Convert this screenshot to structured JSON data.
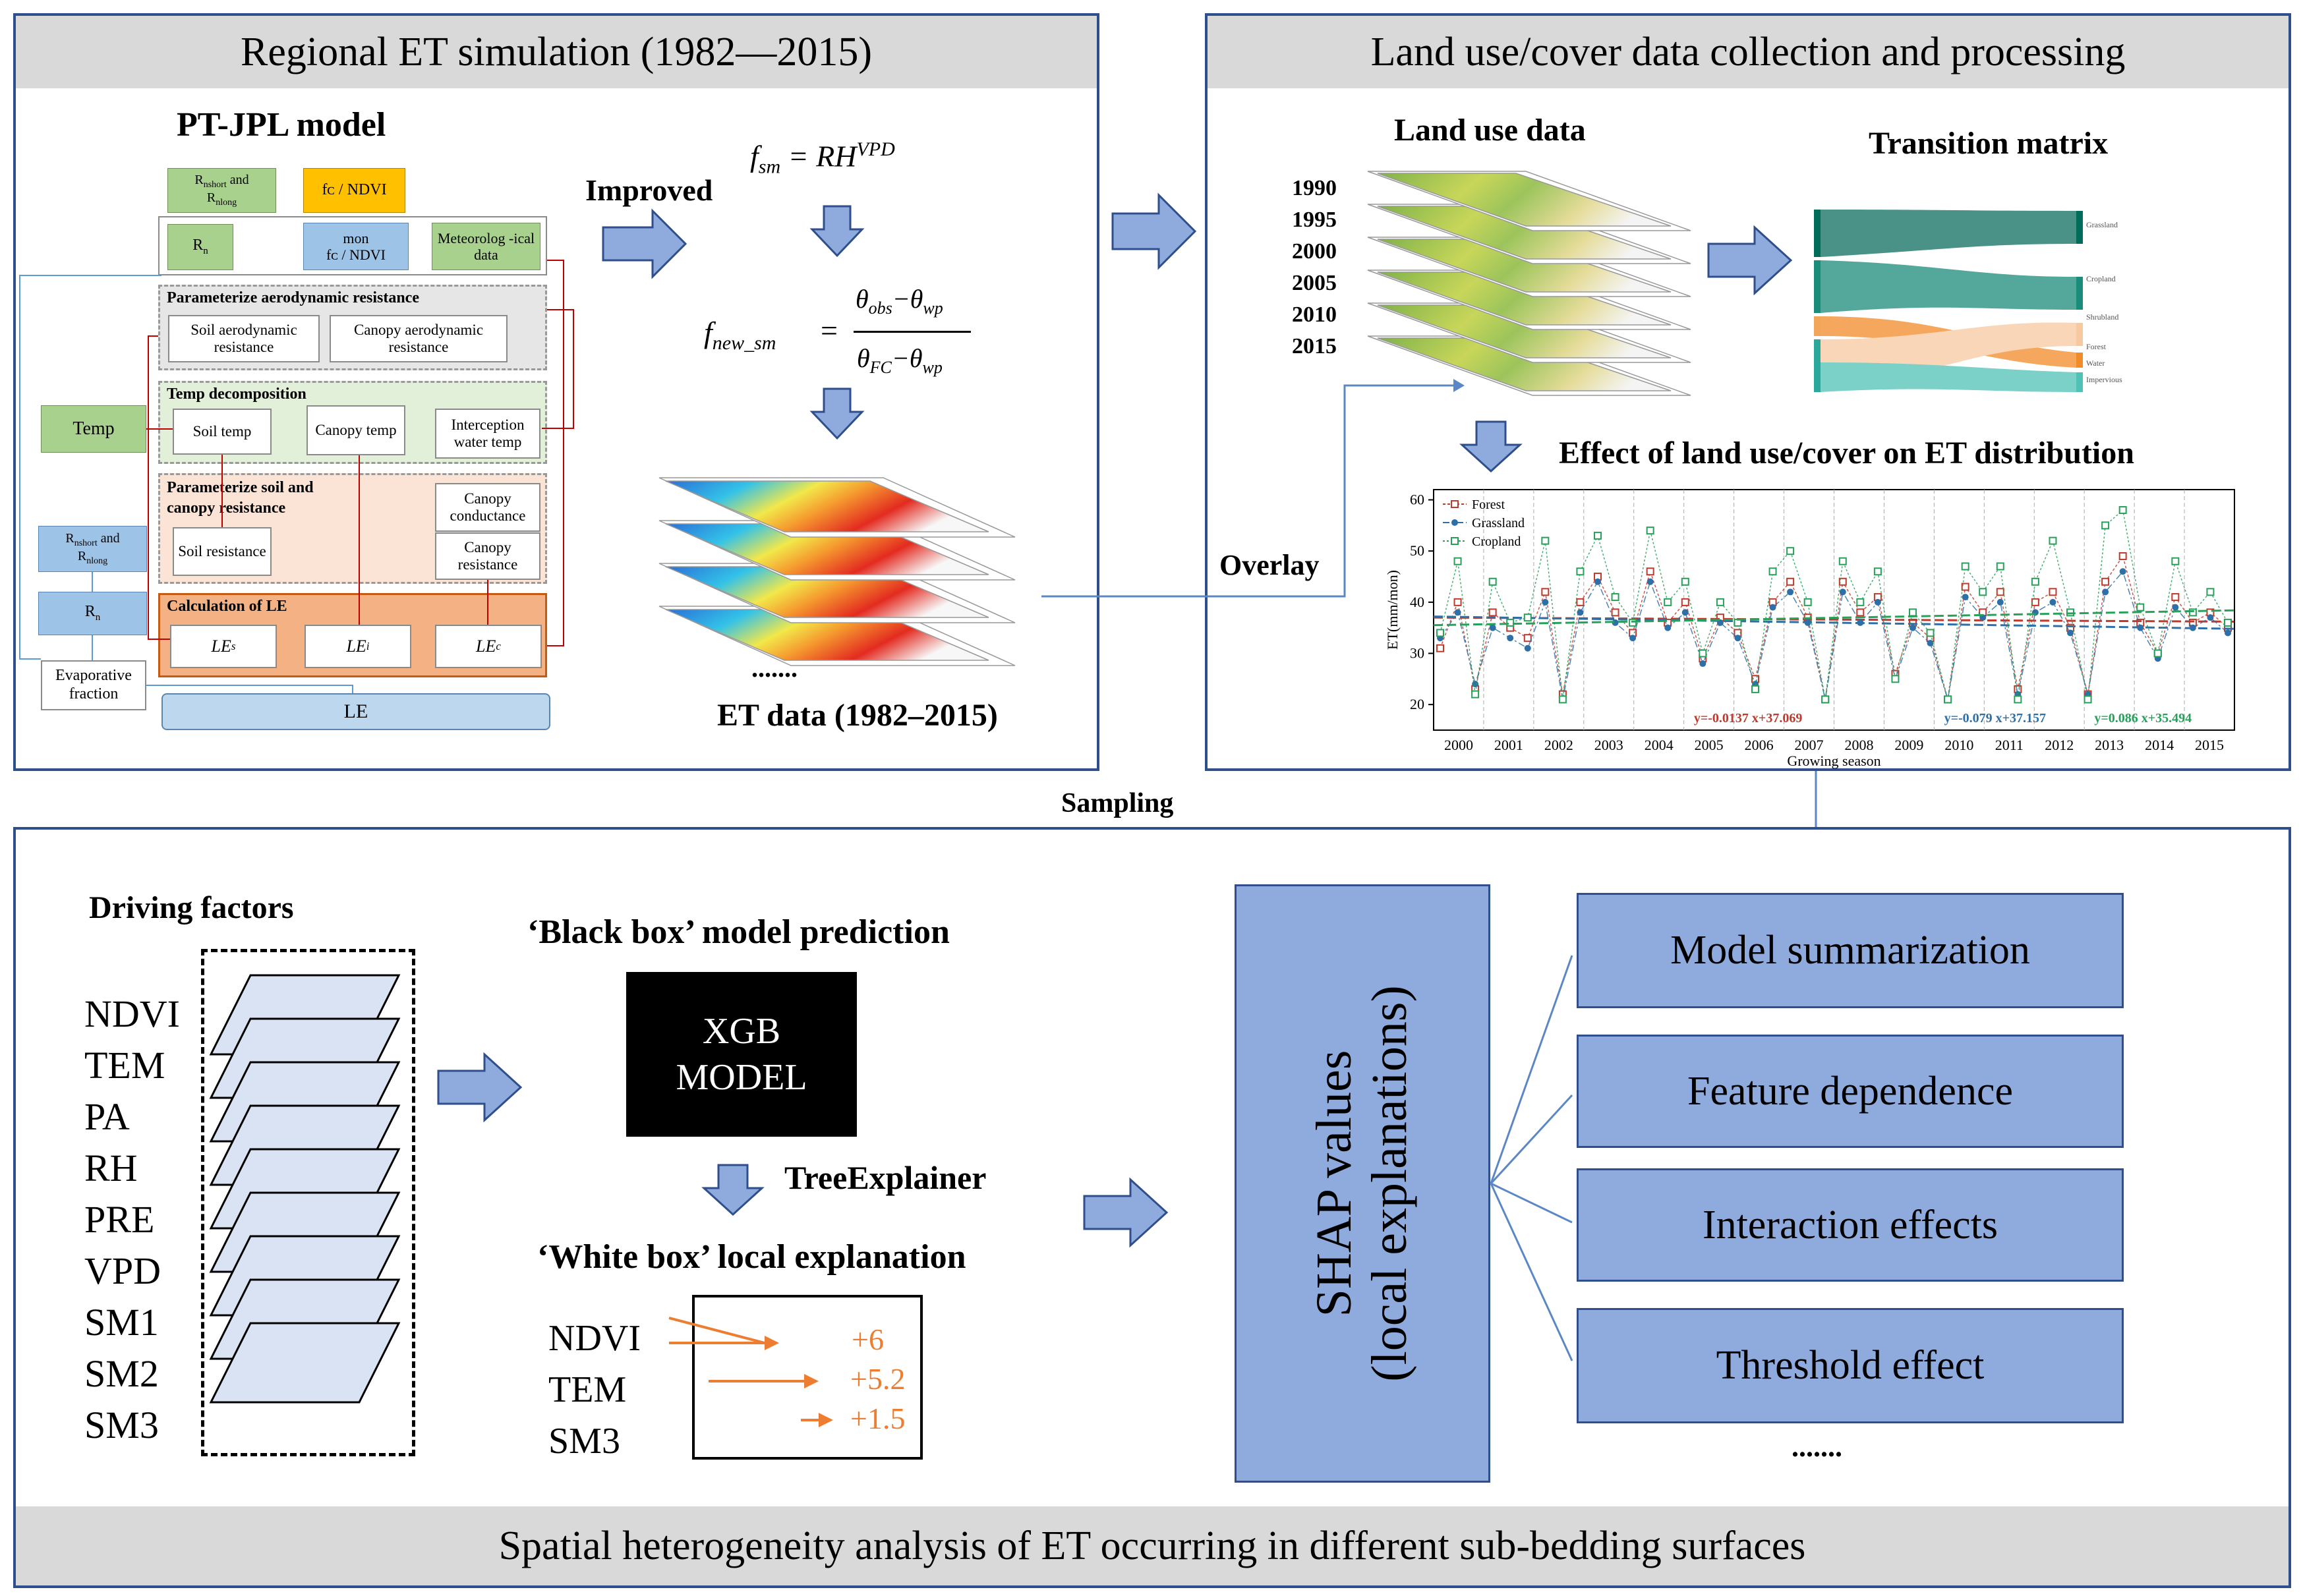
{
  "panel_a": {
    "title": "Regional ET simulation (1982—2015)",
    "model_title": "PT-JPL model",
    "inputs": {
      "rad_top": "R",
      "rad_top_sub": "nshort",
      "rad_top_and": " and",
      "rad_top_2": "R",
      "rad_top_2_sub": "nlong",
      "fc_ndvi": "fᴄ / NDVI",
      "rn": "R",
      "rn_sub": "n",
      "mon": "mon",
      "fc_ndvi_2": "fᴄ / NDVI",
      "meteo": "Meteorolog -ical data",
      "temp": "Temp",
      "rad_left": "R",
      "rad_left_sub": "nshort",
      "rad_left_and": " and",
      "rad_left_2": "R",
      "rad_left_2_sub": "nlong",
      "rn_left": "R",
      "rn_left_sub": "n",
      "evap": "Evaporative fraction",
      "le": "LE"
    },
    "sections": {
      "aero_title": "Parameterize aerodynamic resistance",
      "soil_aero": "Soil aerodynamic resistance",
      "canopy_aero": "Canopy aerodynamic resistance",
      "temp_title": "Temp decomposition",
      "soil_temp": "Soil temp",
      "canopy_temp": "Canopy temp",
      "intercept_temp": "Interception water temp",
      "soilcan_title": "Parameterize soil and canopy resistance",
      "canopy_cond": "Canopy conductance",
      "soil_res": "Soil resistance",
      "canopy_res": "Canopy resistance",
      "calc_title": "Calculation of LE",
      "les": "LE",
      "les_sub": "s",
      "lei": "LE",
      "lei_sub": "i",
      "lec": "LE",
      "lec_sub": "c"
    },
    "improved": "Improved",
    "formula1": "f",
    "formula1_sub": "sm",
    "formula1_rhs": " = RH",
    "formula1_sup": "VPD",
    "formula2_lhs": "f",
    "formula2_lhs_sub": "new_sm",
    "formula2_eq": "=",
    "formula2_num": "θ",
    "formula2_num_sub1": "obs",
    "formula2_num_mid": "−θ",
    "formula2_num_sub2": "wp",
    "formula2_den": "θ",
    "formula2_den_sub1": "FC",
    "formula2_den_mid": "−θ",
    "formula2_den_sub2": "wp",
    "dots": ".......",
    "et_data": "ET data (1982–2015)"
  },
  "panel_b": {
    "title": "Land use/cover data collection and processing",
    "landuse_title": "Land  use data",
    "years": [
      "1990",
      "1995",
      "2000",
      "2005",
      "2010",
      "2015"
    ],
    "transition_title": "Transition matrix",
    "effect_title": "Effect of land use/cover on ET distribution",
    "overlay": "Overlay",
    "sankey_labels": [
      "Grassland",
      "Cropland",
      "Shrubland",
      "Forest",
      "Water",
      "Impervious"
    ]
  },
  "sampling": "Sampling",
  "panel_c": {
    "title": "Spatial heterogeneity analysis of ET occurring in different sub-bedding surfaces",
    "driving_title": "Driving factors",
    "factors": [
      "NDVI",
      "TEM",
      "PA",
      "RH",
      "PRE",
      "VPD",
      "SM1",
      "SM2",
      "SM3"
    ],
    "blackbox_title": "‘Black box’ model prediction",
    "xgb_line1": "XGB",
    "xgb_line2": "MODEL",
    "tree_explainer": "TreeExplainer",
    "whitebox_title": "‘White box’ local explanation",
    "explain_features": [
      "NDVI",
      "TEM",
      "SM3"
    ],
    "explain_values": [
      "+6",
      "+5.2",
      "+1.5"
    ],
    "shap_line1": "SHAP values",
    "shap_line2": "(local explanations)",
    "results": [
      "Model summarization",
      "Feature dependence",
      "Interaction effects",
      "Threshold effect"
    ],
    "more": "......."
  },
  "chart_data": {
    "type": "line",
    "title": "Effect of land use/cover on ET distribution",
    "xlabel": "Growing season",
    "ylabel": "ET(mm/mon)",
    "ylim": [
      15,
      62
    ],
    "x_ticks": [
      "2000",
      "2001",
      "2002",
      "2003",
      "2004",
      "2005",
      "2006",
      "2007",
      "2008",
      "2009",
      "2010",
      "2011",
      "2012",
      "2013",
      "2014",
      "2015"
    ],
    "y_ticks": [
      20,
      30,
      40,
      50,
      60
    ],
    "legend": "top-left",
    "series": [
      {
        "name": "Forest",
        "color": "#c0392b",
        "trend": "y=-0.0137 x+37.069",
        "trend_start": 37.0,
        "trend_end": 36.2,
        "values": [
          31,
          40,
          23,
          38,
          35,
          33,
          42,
          22,
          40,
          45,
          38,
          34,
          46,
          36,
          40,
          29,
          37,
          34,
          25,
          40,
          44,
          37,
          21,
          44,
          38,
          41,
          26,
          36,
          33,
          21,
          43,
          38,
          42,
          23,
          40,
          42,
          35,
          22,
          44,
          49,
          36,
          30,
          41,
          36,
          38,
          35
        ]
      },
      {
        "name": "Grassland",
        "color": "#2e6fa8",
        "trend": "y=-0.079 x+37.157",
        "trend_start": 37.2,
        "trend_end": 34.8,
        "values": [
          33,
          38,
          24,
          35,
          33,
          31,
          40,
          21,
          38,
          44,
          36,
          33,
          44,
          35,
          38,
          28,
          36,
          33,
          24,
          39,
          42,
          36,
          21,
          42,
          36,
          40,
          25,
          35,
          32,
          21,
          41,
          37,
          40,
          22,
          38,
          40,
          34,
          22,
          42,
          46,
          35,
          29,
          39,
          35,
          37,
          34
        ]
      },
      {
        "name": "Cropland",
        "color": "#27a05a",
        "trend": "y=0.086 x+35.494",
        "trend_start": 35.5,
        "trend_end": 38.4,
        "values": [
          34,
          48,
          22,
          44,
          36,
          37,
          52,
          21,
          46,
          53,
          41,
          36,
          54,
          40,
          44,
          30,
          40,
          36,
          23,
          46,
          50,
          40,
          21,
          48,
          40,
          46,
          25,
          38,
          34,
          21,
          47,
          42,
          47,
          21,
          44,
          52,
          38,
          21,
          55,
          58,
          39,
          30,
          48,
          38,
          42,
          36
        ]
      }
    ]
  }
}
